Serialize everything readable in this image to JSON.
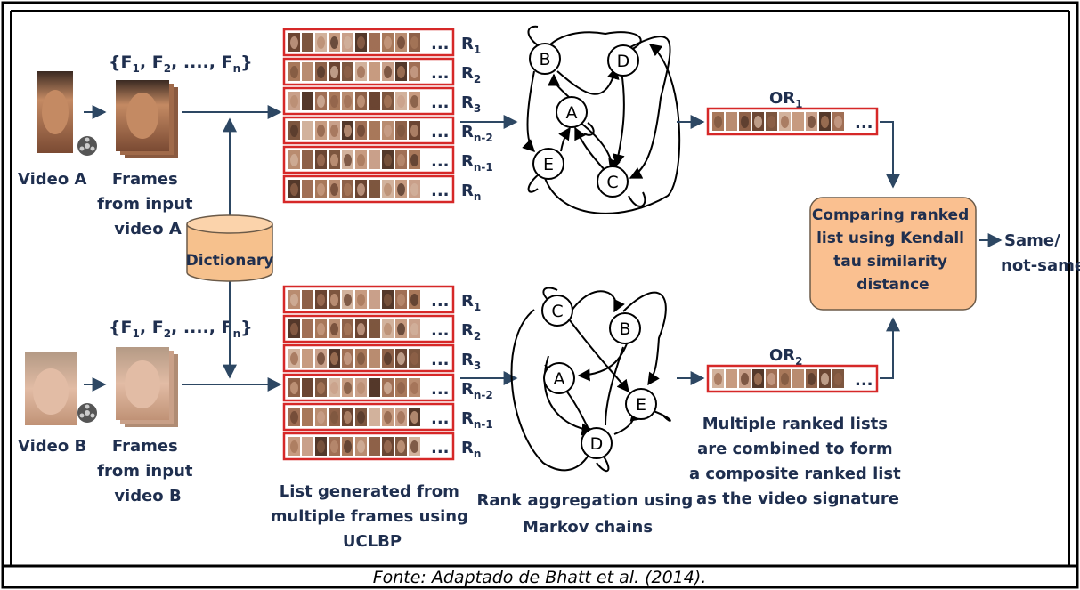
{
  "inputs": {
    "a": {
      "video_label": "Video A",
      "frames_set": [
        "{F",
        "1",
        ", F",
        "2",
        ", ...., F",
        "n",
        "}"
      ],
      "frames_caption": [
        "Frames",
        "from input",
        "video A"
      ]
    },
    "b": {
      "video_label": "Video B",
      "frames_set": [
        "{F",
        "1",
        ", F",
        "2",
        ", ...., F",
        "n",
        "}"
      ],
      "frames_caption": [
        "Frames",
        "from input",
        "video B"
      ]
    }
  },
  "dictionary_label": "Dictionary",
  "list_labels": [
    {
      "main": "R",
      "sub": "1"
    },
    {
      "main": "R",
      "sub": "2"
    },
    {
      "main": "R",
      "sub": "3"
    },
    {
      "main": "R",
      "sub": "n-2"
    },
    {
      "main": "R",
      "sub": "n-1"
    },
    {
      "main": "R",
      "sub": "n"
    }
  ],
  "ellipsis": "...",
  "list_caption": [
    "List generated from",
    "multiple frames using",
    "UCLBP"
  ],
  "graph_a_nodes": [
    "A",
    "B",
    "C",
    "D",
    "E"
  ],
  "graph_b_nodes": [
    "A",
    "B",
    "C",
    "D",
    "E"
  ],
  "graph_caption": [
    "Rank aggregation using",
    "Markov chains"
  ],
  "output_labels": [
    {
      "main": "OR",
      "sub": "1"
    },
    {
      "main": "OR",
      "sub": "2"
    }
  ],
  "output_caption": [
    "Multiple ranked lists",
    "are combined  to form",
    "a composite ranked list",
    "as the video signature"
  ],
  "compare_box": [
    "Comparing ranked",
    "list using Kendall",
    "tau similarity",
    "distance"
  ],
  "result": [
    "Same/",
    "not-same"
  ],
  "source_caption": "Fonte: Adaptado de Bhatt et al. (2014).",
  "colors": {
    "list_border": "#d62828",
    "arrow": "#2d4763",
    "text": "#1f2f4f",
    "box_fill": "#fac090",
    "box_stroke": "#6b5a48",
    "dictionary_fill": "#f6c18d"
  }
}
